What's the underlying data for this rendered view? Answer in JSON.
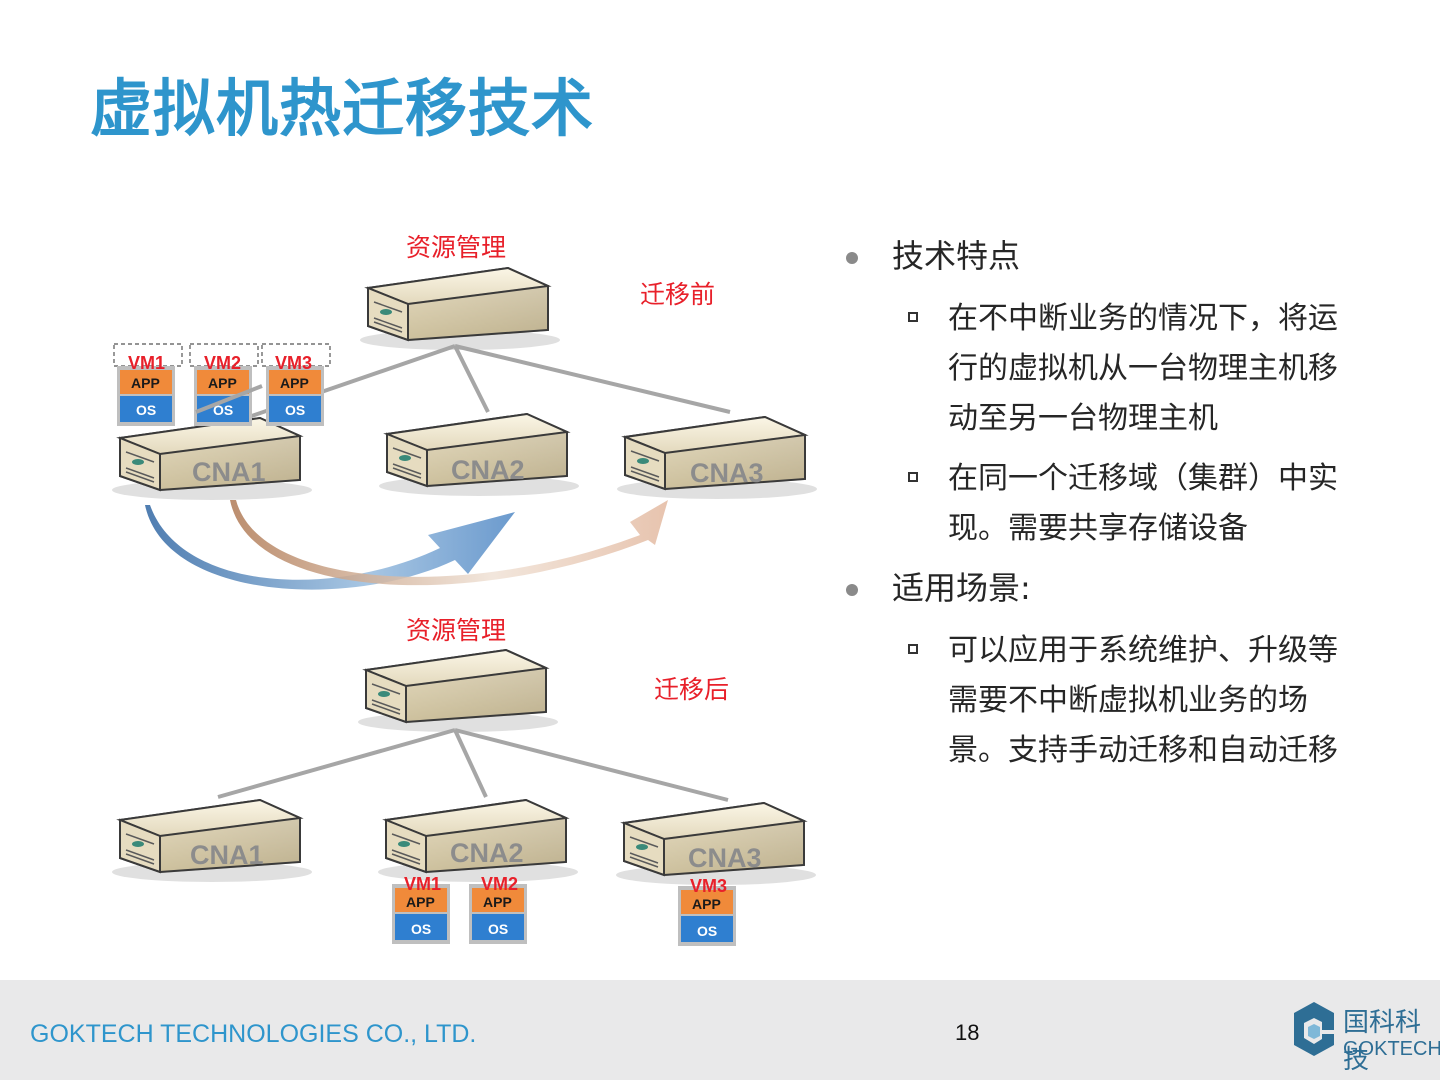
{
  "slide": {
    "title": "虚拟机热迁移技术",
    "page_number": "18"
  },
  "footer": {
    "company": "GOKTECH TECHNOLOGIES CO., LTD.",
    "brand_cn": "国科科技",
    "brand_en": "GOKTECH"
  },
  "diagram": {
    "before": {
      "manager_label": "资源管理",
      "state_label": "迁移前",
      "hosts": [
        "CNA1",
        "CNA2",
        "CNA3"
      ],
      "vms": [
        {
          "name": "VM1",
          "app": "APP",
          "os": "OS"
        },
        {
          "name": "VM2",
          "app": "APP",
          "os": "OS"
        },
        {
          "name": "VM3",
          "app": "APP",
          "os": "OS"
        }
      ]
    },
    "after": {
      "manager_label": "资源管理",
      "state_label": "迁移后",
      "hosts": [
        "CNA1",
        "CNA2",
        "CNA3"
      ],
      "vms": [
        {
          "name": "VM1",
          "app": "APP",
          "os": "OS"
        },
        {
          "name": "VM2",
          "app": "APP",
          "os": "OS"
        },
        {
          "name": "VM3",
          "app": "APP",
          "os": "OS"
        }
      ]
    }
  },
  "bullets": [
    {
      "heading": "技术特点",
      "items": [
        "在不中断业务的情况下，将运行的虚拟机从一台物理主机移动至另一台物理主机",
        "在同一个迁移域（集群）中实现。需要共享存储设备"
      ]
    },
    {
      "heading": "适用场景:",
      "items": [
        "可以应用于系统维护、升级等需要不中断虚拟机业务的场景。支持手动迁移和自动迁移"
      ]
    }
  ],
  "colors": {
    "title": "#2e95cc",
    "accent_red": "#e8202a",
    "app_orange": "#f08a3a",
    "os_blue": "#2f7fd0"
  }
}
